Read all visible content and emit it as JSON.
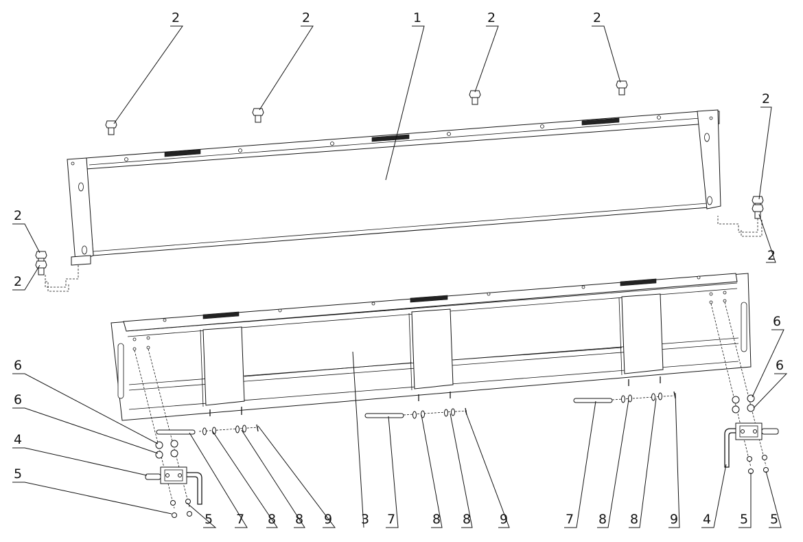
{
  "callouts": {
    "c1": "1",
    "c2a": "2",
    "c2b": "2",
    "c2c": "2",
    "c2d": "2",
    "c2e": "2",
    "c2f": "2",
    "c2g": "2",
    "c2h": "2",
    "c3": "3",
    "c4a": "4",
    "c4b": "4",
    "c5a": "5",
    "c5b": "5",
    "c5c": "5",
    "c5d": "5",
    "c6a": "6",
    "c6b": "6",
    "c6c": "6",
    "c6d": "6",
    "c7a": "7",
    "c7b": "7",
    "c7c": "7",
    "c8a": "8",
    "c8b": "8",
    "c8c": "8",
    "c8d": "8",
    "c8e": "8",
    "c8f": "8",
    "c9a": "9",
    "c9b": "9",
    "c9c": "9"
  }
}
